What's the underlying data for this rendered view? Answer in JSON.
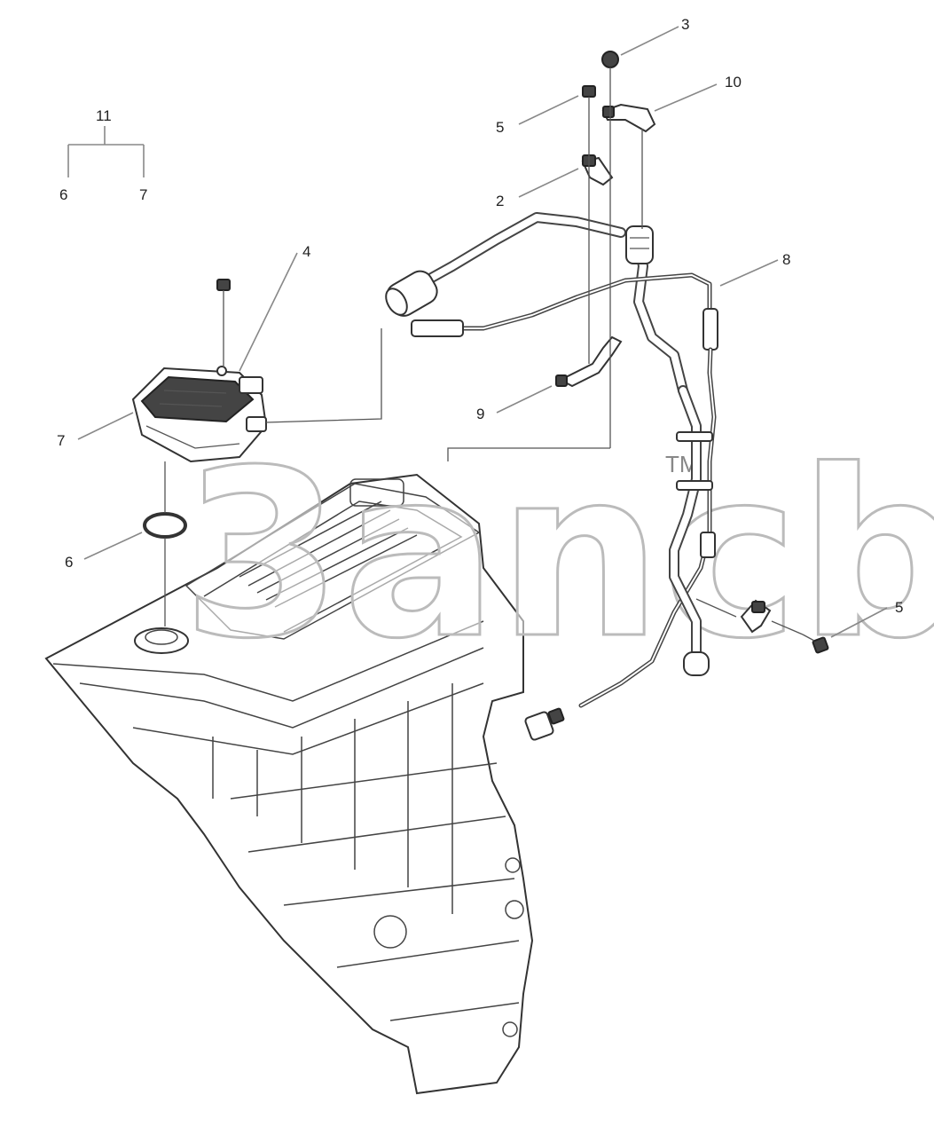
{
  "callouts": {
    "c3": "3",
    "c10": "10",
    "c5_top": "5",
    "c2": "2",
    "c11": "11",
    "c6_tree": "6",
    "c7_tree": "7",
    "c4": "4",
    "c8": "8",
    "c7": "7",
    "c9": "9",
    "c6": "6",
    "c5_right": "5"
  },
  "watermark": {
    "text": "3ancb",
    "tm": "TM"
  }
}
